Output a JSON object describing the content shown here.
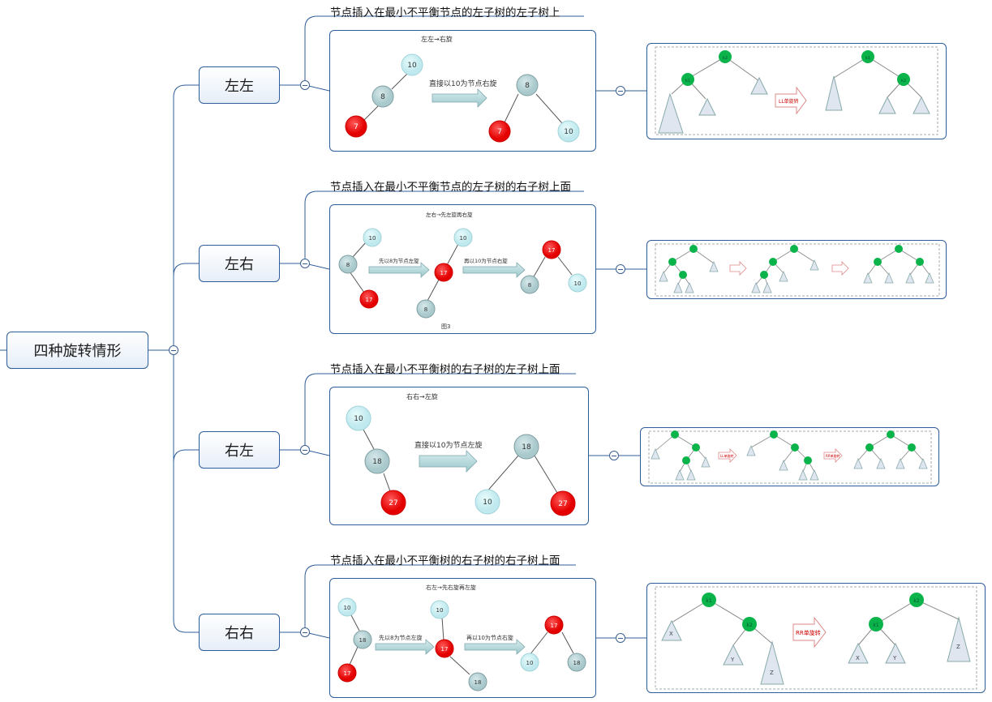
{
  "root": {
    "label": "四种旋转情形"
  },
  "branches": [
    {
      "label": "左左",
      "note": "节点插入在最小不平衡节点的左子树的左子树上",
      "panel_title": "左左→右旋",
      "arrow_label": "直接以10为节点右旋",
      "thumb_label": "LL单旋转",
      "nodes": [
        "10",
        "8",
        "7",
        "8",
        "7",
        "10"
      ]
    },
    {
      "label": "左右",
      "note": "节点插入在最小不平衡节点的左子树的右子树上面",
      "panel_title": "左右→先左旋再右旋",
      "arrow_label1": "先以8为节点左旋",
      "arrow_label2": "再以10为节点右旋",
      "caption": "图3",
      "nodes": [
        "10",
        "8",
        "17",
        "10",
        "17",
        "8",
        "17",
        "8",
        "10"
      ]
    },
    {
      "label": "右左",
      "note": "节点插入在最小不平衡树的右子树的左子树上面",
      "panel_title": "右右→左旋",
      "arrow_label": "直接以10为节点左旋",
      "thumb_label1": "LL单旋转",
      "thumb_label2": "RR单旋转",
      "nodes": [
        "10",
        "18",
        "27",
        "18",
        "10",
        "27"
      ]
    },
    {
      "label": "右右",
      "note": "节点插入在最小不平衡树的右子树的右子树上面",
      "panel_title": "右左→先右旋再左旋",
      "arrow_label1": "先以8为节点左旋",
      "arrow_label2": "再以10为节点右旋",
      "thumb_label": "RR单旋转",
      "nodes": [
        "10",
        "18",
        "17",
        "10",
        "17",
        "18",
        "17",
        "10",
        "18"
      ]
    }
  ],
  "thumb_letters": {
    "k1": "k1",
    "k2": "k2",
    "x": "X",
    "y": "Y",
    "z": "Z"
  }
}
